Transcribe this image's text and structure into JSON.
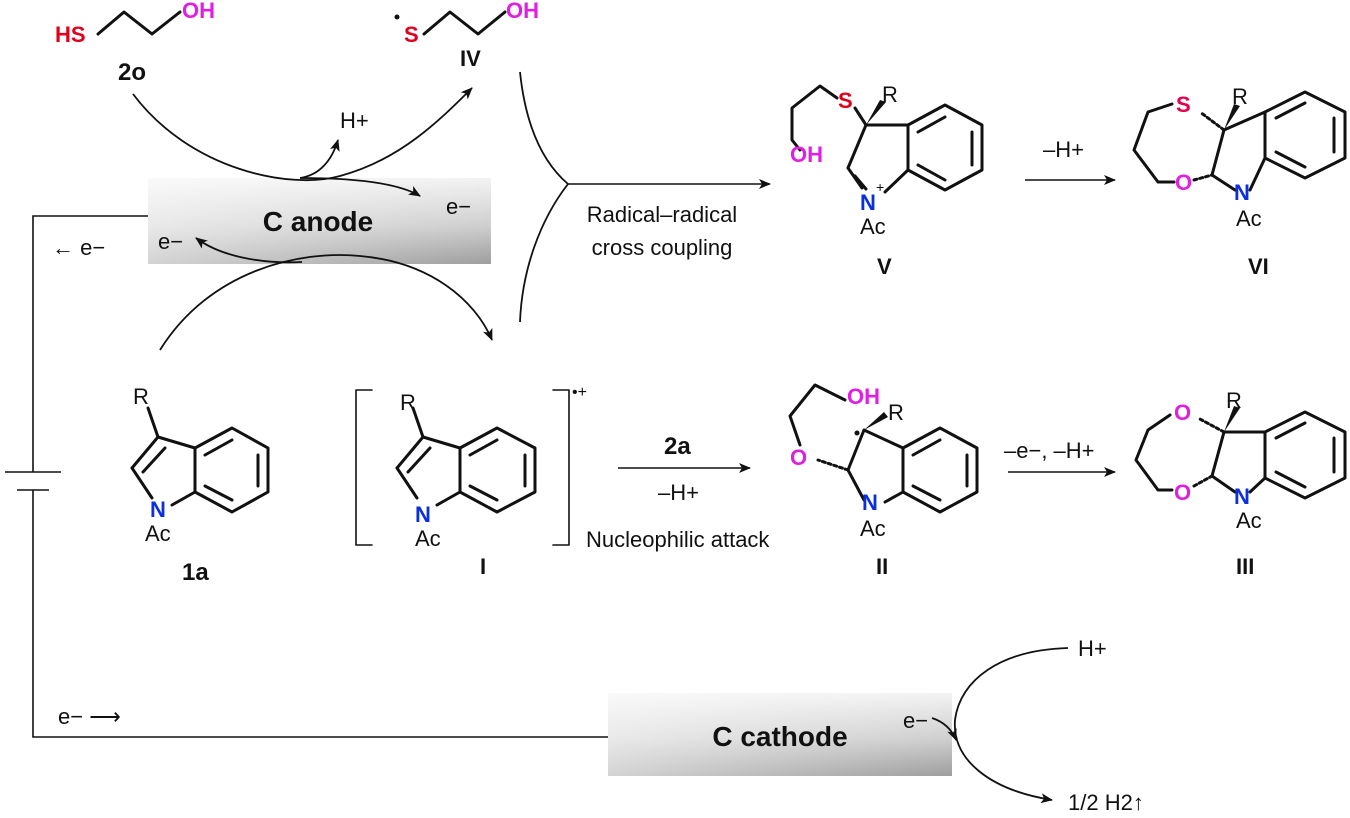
{
  "colors": {
    "sulfur": "#e0001b",
    "sulfur_ring": "#e6004c",
    "oxygen": "#e020e0",
    "nitrogen": "#0a2ee0",
    "text": "#111111",
    "electrode_light": "#f2f2f2",
    "electrode_dark": "#a8a8a8"
  },
  "electrodes": {
    "anode": "C anode",
    "cathode": "C cathode"
  },
  "electrons": {
    "e": "e−",
    "e_arrow_left": "← e−",
    "e_arrow_right": "e− ⟶"
  },
  "species": {
    "thiol_label": "2o",
    "thiyl_label": "IV",
    "indole_label": "1a",
    "radical_cation_label": "I",
    "radical_II_label": "II",
    "product_III_label": "III",
    "cation_V_label": "V",
    "product_VI_label": "VI"
  },
  "atoms": {
    "HS": "HS",
    "S": "S",
    "OH": "OH",
    "O": "O",
    "N": "N",
    "Ac": "Ac",
    "R": "R",
    "plus_small": "+",
    "radical_cation_charge": "•+"
  },
  "protons": {
    "h_plus": "H+"
  },
  "conditions": {
    "coupling_line1": "Radical–radical",
    "coupling_line2": "cross coupling",
    "nuc_reagent": "2a",
    "nuc_loss": "–H+",
    "nuc_caption": "Nucleophilic attack",
    "ox_step": "–e−, –H+",
    "deprot_step": "–H+"
  },
  "cathode_products": {
    "proton": "H+",
    "hydrogen": "1/2 H2↑"
  }
}
